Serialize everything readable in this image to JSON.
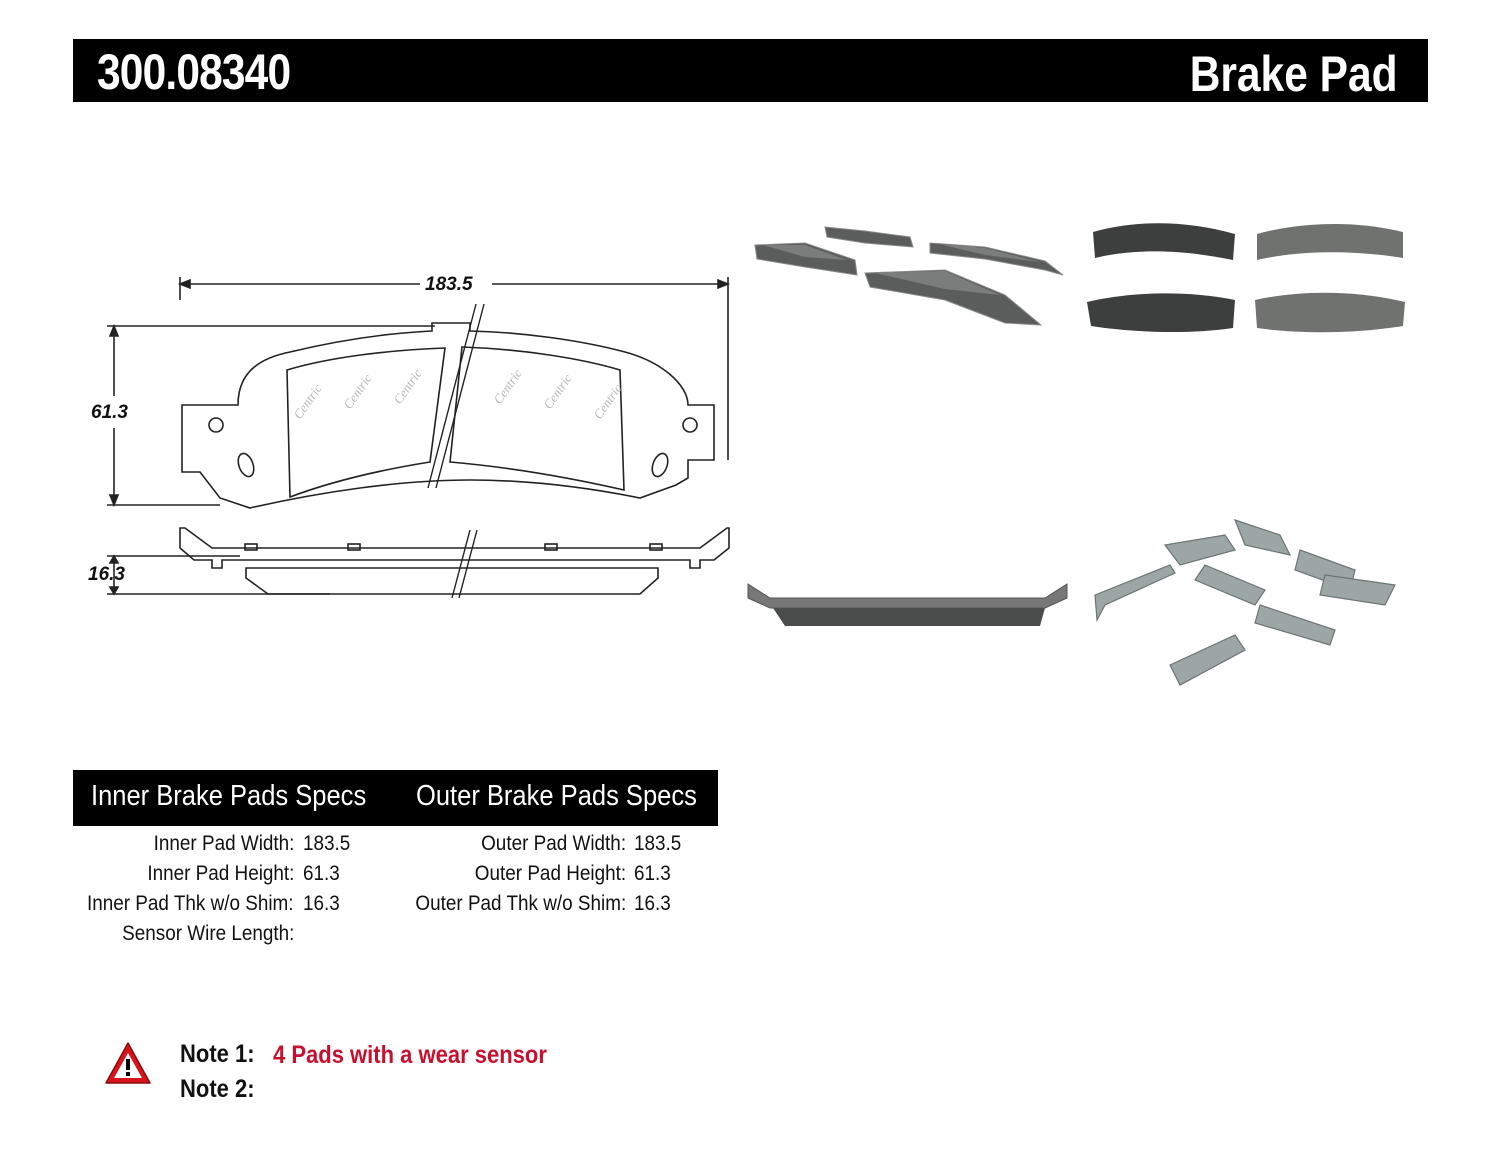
{
  "header": {
    "part_number": "300.08340",
    "title": "Brake Pad"
  },
  "drawing": {
    "width_dim": "183.5",
    "height_dim": "61.3",
    "thickness_dim": "16.3",
    "watermark": "Centric"
  },
  "specs": {
    "inner_heading": "Inner Brake Pads Specs",
    "outer_heading": "Outer Brake Pads Specs",
    "inner": [
      {
        "label": "Inner Pad Width:",
        "value": "183.5"
      },
      {
        "label": "Inner Pad Height:",
        "value": "61.3"
      },
      {
        "label": "Inner Pad Thk w/o Shim:",
        "value": "16.3"
      },
      {
        "label": "Sensor Wire Length:",
        "value": ""
      }
    ],
    "outer": [
      {
        "label": "Outer Pad Width:",
        "value": "183.5"
      },
      {
        "label": "Outer Pad Height:",
        "value": "61.3"
      },
      {
        "label": "Outer Pad Thk w/o Shim:",
        "value": "16.3"
      }
    ]
  },
  "notes": [
    {
      "label": "Note 1:",
      "text": "4 Pads with a wear sensor"
    },
    {
      "label": "Note 2:",
      "text": ""
    }
  ],
  "colors": {
    "header_bg": "#000000",
    "note_text": "#c8102e",
    "warning_red": "#d7141a",
    "pad_friction": "#4a4d4c"
  },
  "icons": {
    "warning": "warning-triangle-icon"
  }
}
